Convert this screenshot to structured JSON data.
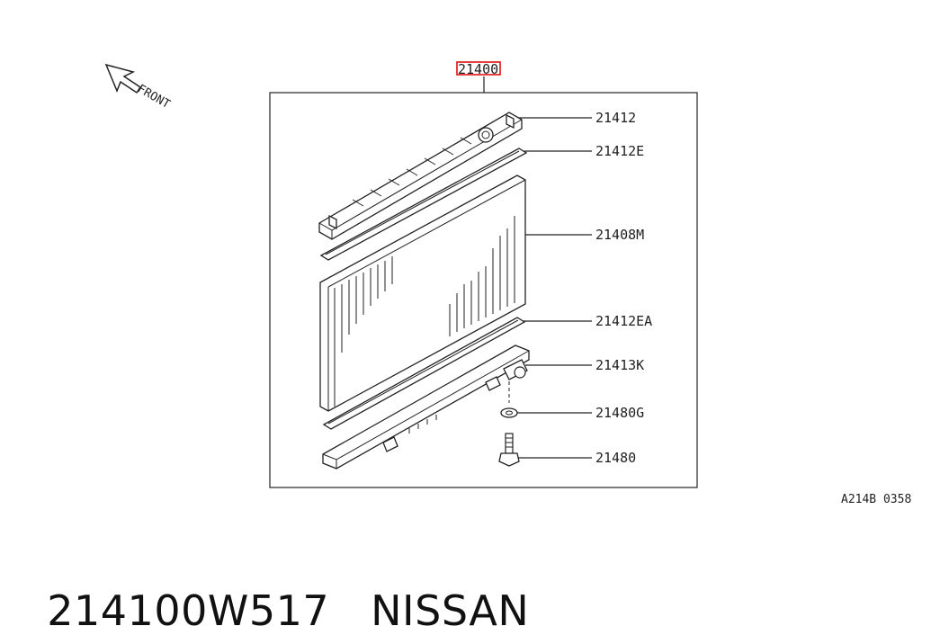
{
  "assembly": {
    "part_number": "21400",
    "highlight_color": "#e01010"
  },
  "front_label": "FRONT",
  "callouts": [
    {
      "label": "21412"
    },
    {
      "label": "21412E"
    },
    {
      "label": "21408M"
    },
    {
      "label": "21412EA"
    },
    {
      "label": "21413K"
    },
    {
      "label": "21480G"
    },
    {
      "label": "21480"
    }
  ],
  "diagram_code": "A214B 0358",
  "footer": {
    "part_number": "214100W517",
    "brand": "NISSAN"
  }
}
